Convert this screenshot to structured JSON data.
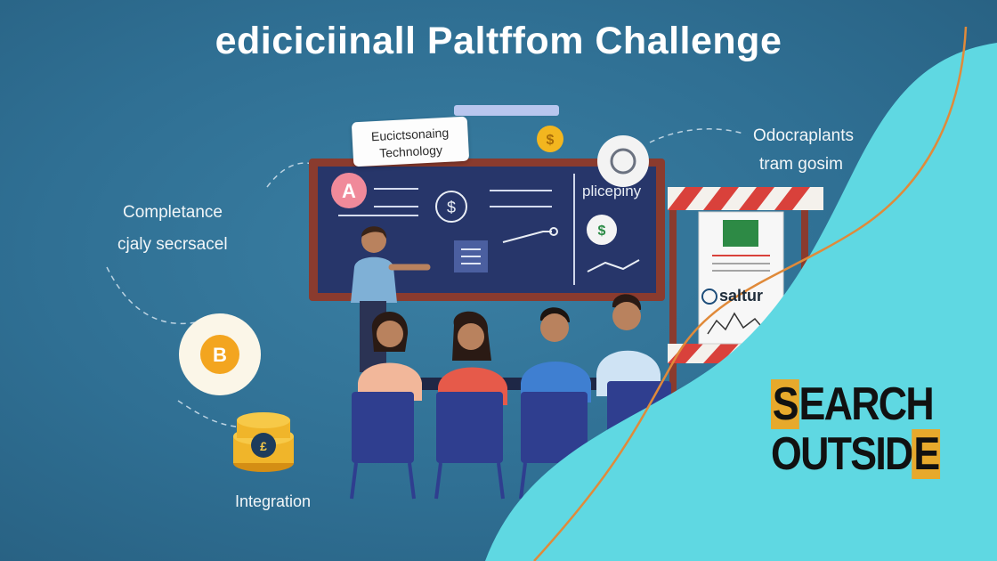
{
  "title": "ediciciinall Paltffom Challenge",
  "labels": {
    "left_top_line1": "Completance",
    "left_top_line2": "cjaly secrsacel",
    "left_bottom": "Integration",
    "right_top_line1": "Odocraplants",
    "right_top_line2": "tram gosim"
  },
  "note": {
    "line1": "Eucictsonaing",
    "line2": "Technology"
  },
  "board": {
    "right_text": "plicepiny"
  },
  "sign_panel": {
    "text": "saltur"
  },
  "logo": {
    "first_letter": "S",
    "line1_rest": "EARCH",
    "line2_start": "OUTSID",
    "last_letter": "E"
  },
  "colors": {
    "background": "#2f6f93",
    "cyan_wave": "#5fd8e2",
    "orange_line": "#e08a3a",
    "board": "#27366a",
    "board_frame": "#8a3b2e",
    "logo_accent": "#e7a92c"
  }
}
